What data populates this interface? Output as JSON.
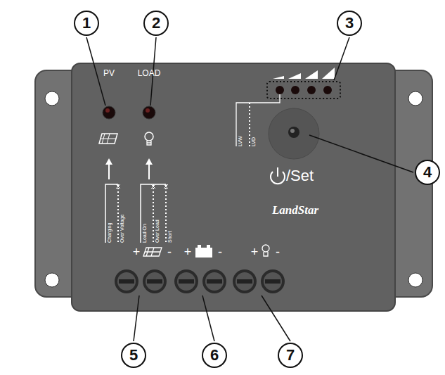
{
  "diagram": {
    "nodes": [
      {
        "text": [
          "1"
        ]
      },
      {
        "text": [
          "2"
        ]
      },
      {
        "text": [
          "3"
        ]
      },
      {
        "text": [
          "4"
        ]
      },
      {
        "text": [
          "5"
        ]
      },
      {
        "text": [
          "6"
        ]
      },
      {
        "text": [
          "7"
        ]
      }
    ],
    "labels": [
      "PV",
      "LOAD",
      "Charging",
      "Over Voltage",
      "Load On",
      "Over Load",
      "Short",
      "LVW",
      "LVD",
      "/Set",
      "LandStar",
      "+",
      "-",
      "+",
      "-",
      "+",
      "-"
    ]
  }
}
